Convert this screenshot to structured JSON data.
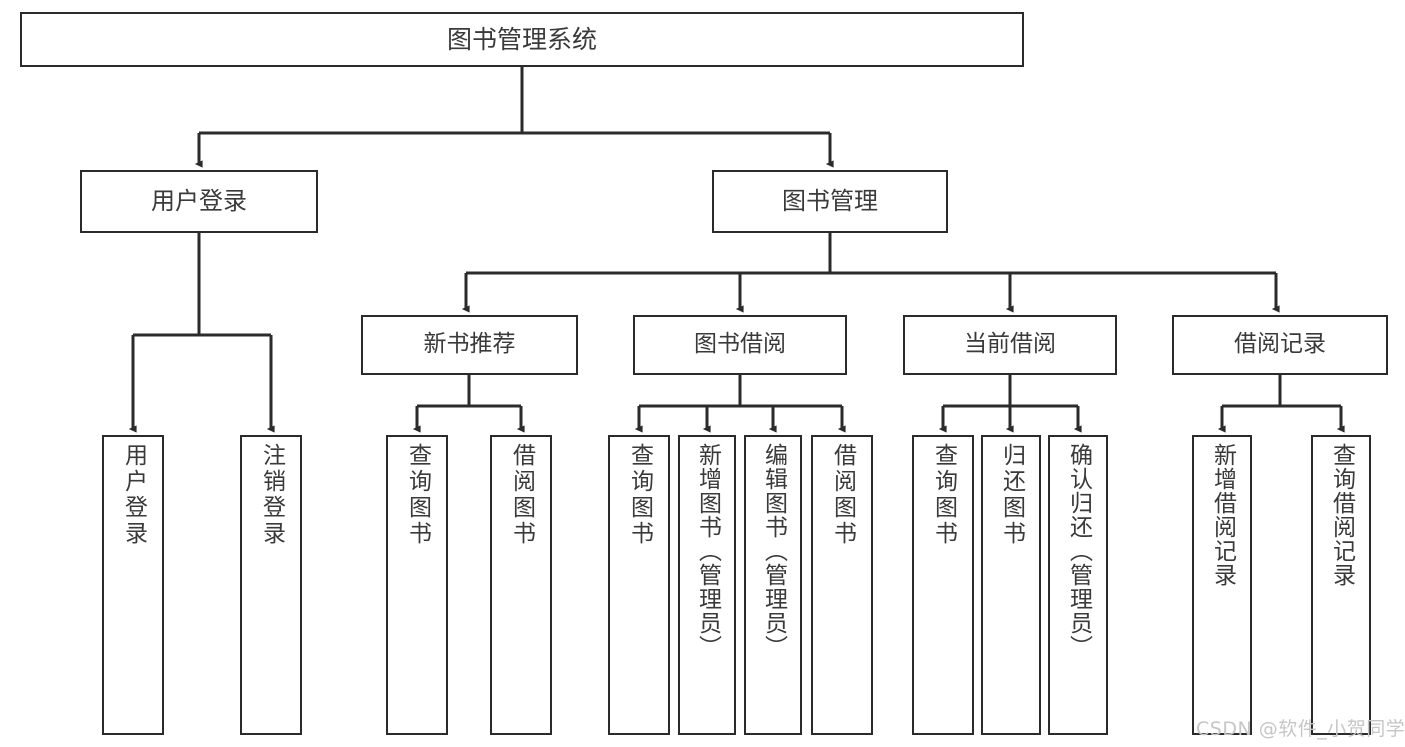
{
  "diagram": {
    "title": "图书管理系统",
    "type": "tree-hierarchy-chart",
    "watermark": "CSDN @软件_小贺同学",
    "colors": {
      "node_border": "#2b2b2b",
      "node_fill": "#ffffff",
      "text": "#3a3a3a",
      "edge": "#2b2b2b",
      "watermark": "#c6c6c6",
      "background": "#ffffff"
    },
    "root": {
      "label": "图书管理系统"
    },
    "level2": [
      {
        "label": "用户登录"
      },
      {
        "label": "图书管理"
      }
    ],
    "level3": [
      {
        "label": "新书推荐"
      },
      {
        "label": "图书借阅"
      },
      {
        "label": "当前借阅"
      },
      {
        "label": "借阅记录"
      }
    ],
    "leaves": {
      "user_login": [
        {
          "label": "用户登录"
        },
        {
          "label": "注销登录"
        }
      ],
      "new_book_recommend": [
        {
          "label": "查询图书"
        },
        {
          "label": "借阅图书"
        }
      ],
      "book_borrow": [
        {
          "label": "查询图书"
        },
        {
          "label": "新增图书（管理员）"
        },
        {
          "label": "编辑图书（管理员）"
        },
        {
          "label": "借阅图书"
        }
      ],
      "current_borrow": [
        {
          "label": "查询图书"
        },
        {
          "label": "归还图书"
        },
        {
          "label": "确认归还（管理员）"
        }
      ],
      "borrow_record": [
        {
          "label": "新增借阅记录"
        },
        {
          "label": "查询借阅记录"
        }
      ]
    }
  }
}
